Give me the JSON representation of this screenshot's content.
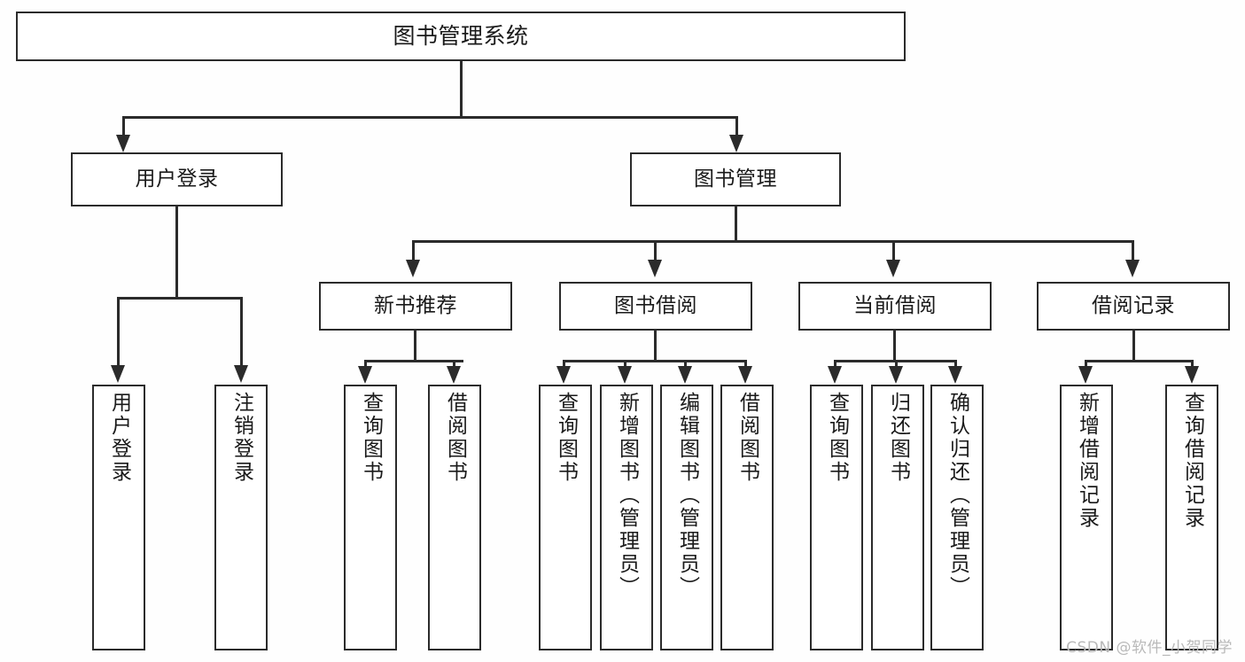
{
  "diagram": {
    "title": "图书管理系统",
    "root": {
      "label": "图书管理系统"
    },
    "level2": [
      {
        "label": "用户登录"
      },
      {
        "label": "图书管理"
      }
    ],
    "level3": [
      {
        "label": "新书推荐"
      },
      {
        "label": "图书借阅"
      },
      {
        "label": "当前借阅"
      },
      {
        "label": "借阅记录"
      }
    ],
    "leaves": {
      "user_login": [
        {
          "label": "用户登录"
        },
        {
          "label": "注销登录"
        }
      ],
      "new_book_recommend": [
        {
          "label": "查询图书"
        },
        {
          "label": "借阅图书"
        }
      ],
      "book_borrow": [
        {
          "label": "查询图书"
        },
        {
          "label": "新增图书（管理员）"
        },
        {
          "label": "编辑图书（管理员）"
        },
        {
          "label": "借阅图书"
        }
      ],
      "current_borrow": [
        {
          "label": "查询图书"
        },
        {
          "label": "归还图书"
        },
        {
          "label": "确认归还（管理员）"
        }
      ],
      "borrow_record": [
        {
          "label": "新增借阅记录"
        },
        {
          "label": "查询借阅记录"
        }
      ]
    }
  },
  "watermark": {
    "text": "CSDN @软件_小贺同学"
  },
  "colors": {
    "stroke": "#2b2b2b",
    "box_fill": "#ffffff",
    "page_bg": "#fefefe",
    "watermark": "#b9b9b9"
  }
}
